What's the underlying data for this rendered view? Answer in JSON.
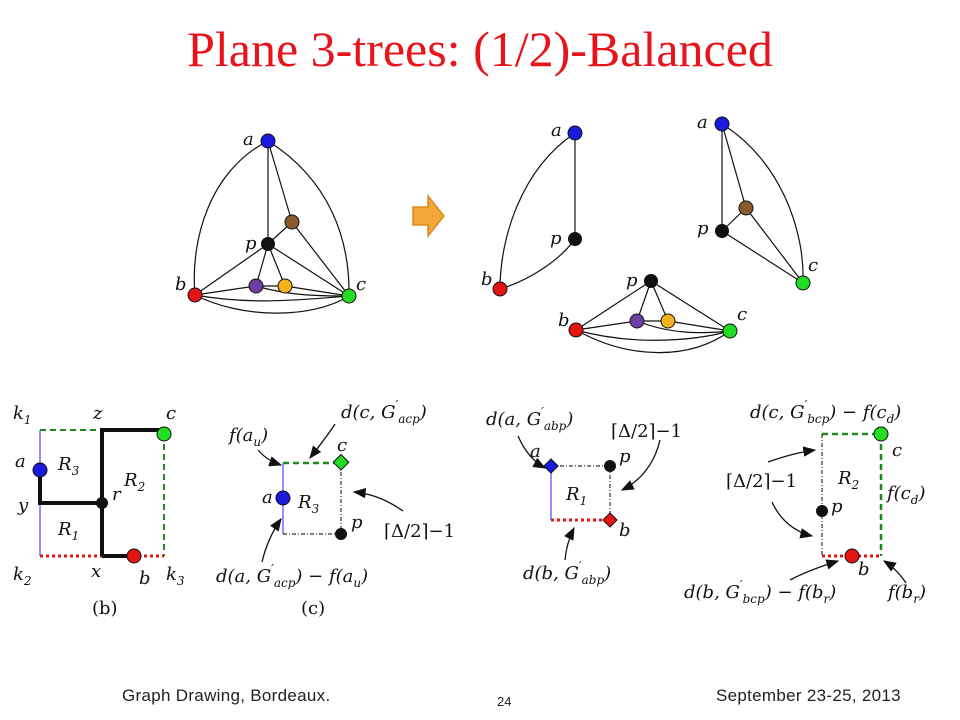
{
  "title": "Plane 3-trees: (1/2)-Balanced",
  "footer": {
    "left": "Graph Drawing, Bordeaux.",
    "page": "24",
    "right": "September 23-25, 2013"
  },
  "colors": {
    "title": "#e8141c",
    "vertex_a": "#1a1adc",
    "vertex_b": "#e41414",
    "vertex_c": "#22dd22",
    "vertex_p": "#111111",
    "inner_brown": "#8b5a2b",
    "inner_purple": "#6b3fa0",
    "inner_orange": "#f5b21a",
    "arrow": "#f4a637",
    "dashed_green": "#1e8a1e",
    "dotted_red": "#e41414",
    "thin_blue": "#6a6aff"
  },
  "icons": {
    "arrow": "right-arrow-icon"
  },
  "graph": {
    "a": "a",
    "b": "b",
    "c": "c",
    "p": "p"
  },
  "panel1": {
    "k1": "k",
    "k1_sub": "1",
    "k2": "k",
    "k2_sub": "2",
    "k3": "k",
    "k3_sub": "3",
    "z": "z",
    "c": "c",
    "a": "a",
    "y": "y",
    "r": "r",
    "x": "x",
    "b": "b",
    "R3": "R",
    "R3_sub": "3",
    "R2": "R",
    "R2_sub": "2",
    "R1": "R",
    "R1_sub": "1",
    "caption": "(b)"
  },
  "panel2": {
    "f_au": "f(a",
    "f_au_sub": "u",
    "f_au_close": ")",
    "d_c": "d(c, G",
    "d_c_sub": "acp",
    "d_c_close": ")",
    "c": "c",
    "a": "a",
    "p": "p",
    "R3": "R",
    "R3_sub": "3",
    "ceil": "⌈Δ/2⌉−1",
    "d_a": "d(a, G",
    "d_a_sub": "acp",
    "d_a_close": ") − f(a",
    "d_a_sub2": "u",
    "d_a_end": ")",
    "caption": "(c)"
  },
  "panel3": {
    "d_a": "d(a, G",
    "d_a_sub": "abp",
    "d_a_close": ")",
    "ceil": "⌈Δ/2⌉−1",
    "a": "a",
    "p": "p",
    "b": "b",
    "R1": "R",
    "R1_sub": "1",
    "d_b": "d(b, G",
    "d_b_sub": "abp",
    "d_b_close": ")"
  },
  "panel4": {
    "d_c": "d(c, G",
    "d_c_sub": "bcp",
    "d_c_close": ") − f(c",
    "d_c_sub2": "d",
    "d_c_end": ")",
    "c": "c",
    "p": "p",
    "b": "b",
    "ceil": "⌈Δ/2⌉−1",
    "R2": "R",
    "R2_sub": "2",
    "f_cd": "f(c",
    "f_cd_sub": "d",
    "f_cd_close": ")",
    "d_b": "d(b, G",
    "d_b_sub": "bcp",
    "d_b_close": ") − f(b",
    "d_b_sub2": "r",
    "d_b_end": ")",
    "f_br": "f(b",
    "f_br_sub": "r",
    "f_br_close": ")"
  }
}
